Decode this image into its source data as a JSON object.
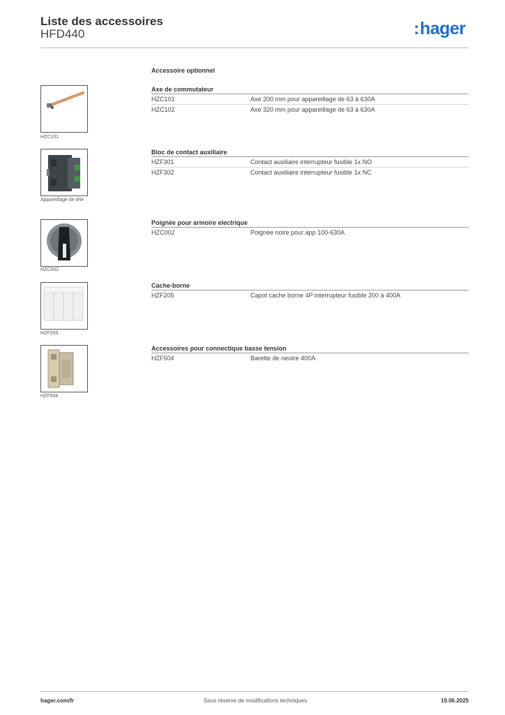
{
  "header": {
    "title": "Liste des accessoires",
    "subtitle": "HFD440",
    "logo_text": "hager",
    "brand_color": "#1d6fc4"
  },
  "section_title": "Accessoire optionnel",
  "groups": [
    {
      "title": "Axe de commutateur",
      "rows": [
        {
          "ref": "HZC101",
          "desc": "Axe 200 mm pour appareillage de 63 à 630A"
        },
        {
          "ref": "HZC102",
          "desc": "Axe 320 mm pour appareillage de 63 à 630A"
        }
      ],
      "image_caption": "HZC101"
    },
    {
      "title": "Bloc de contact auxiliaire",
      "rows": [
        {
          "ref": "HZF301",
          "desc": "Contact auxiliaire interrupteur fusible 1x NO"
        },
        {
          "ref": "HZF302",
          "desc": "Contact auxiliaire interrupteur fusible 1x NC"
        }
      ],
      "image_caption": "Appareillage de tête"
    },
    {
      "title": "Poignée pour armoire electrique",
      "rows": [
        {
          "ref": "HZC002",
          "desc": "Poignée noire pour app 100-630A"
        }
      ],
      "image_caption": "HZC002"
    },
    {
      "title": "Cache-borne",
      "rows": [
        {
          "ref": "HZF205",
          "desc": "Capot cache borne 4P interrupteur fusible 200 à 400A"
        }
      ],
      "image_caption": "HZF205"
    },
    {
      "title": "Accessoires pour connectique basse tension",
      "rows": [
        {
          "ref": "HZF504",
          "desc": "Barette de neutre 400A"
        }
      ],
      "image_caption": "HZF504"
    }
  ],
  "footer": {
    "website": "hager.com/fr",
    "notice": "Sous réserve de modifications techniques",
    "date": "19.06.2025"
  }
}
